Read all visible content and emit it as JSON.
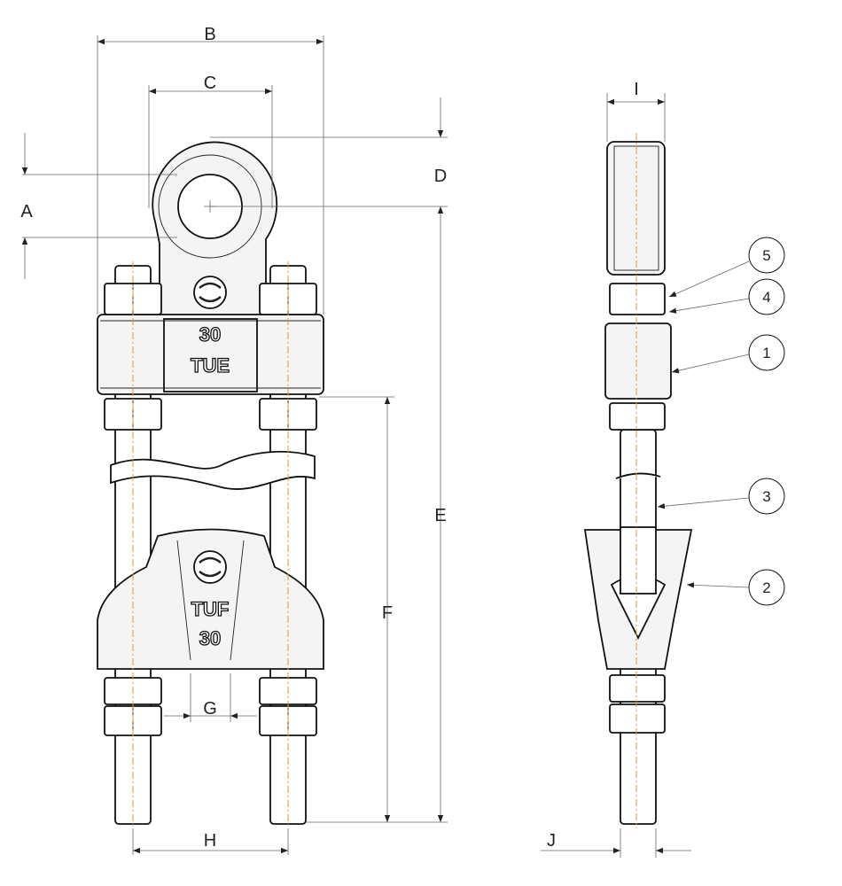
{
  "dimensions": {
    "A": "A",
    "B": "B",
    "C": "C",
    "D": "D",
    "E": "E",
    "F": "F",
    "G": "G",
    "H": "H",
    "I": "I",
    "J": "J"
  },
  "markings": {
    "upper_size": "30",
    "upper_type": "TUE",
    "lower_type": "TUF",
    "lower_size": "30"
  },
  "balloons": [
    "5",
    "4",
    "1",
    "3",
    "2"
  ],
  "colors": {
    "line": "#111111",
    "centerline": "#e8903a"
  }
}
